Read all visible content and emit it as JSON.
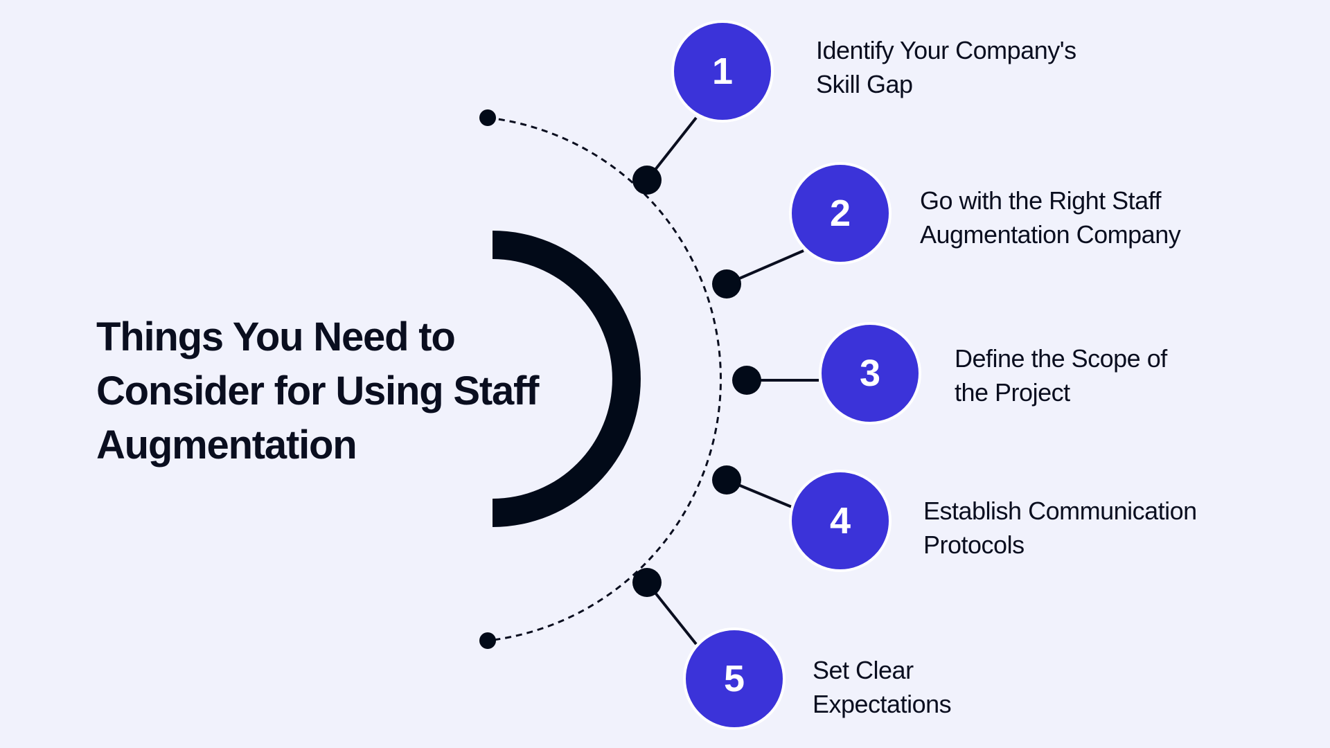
{
  "title": {
    "line1": "Things You Need to",
    "line2": "Consider for Using Staff",
    "line3": "Augmentation"
  },
  "steps": [
    {
      "number": "1",
      "line1": "Identify Your Company's",
      "line2": "Skill Gap"
    },
    {
      "number": "2",
      "line1": "Go with the Right Staff",
      "line2": "Augmentation Company"
    },
    {
      "number": "3",
      "line1": "Define the Scope of",
      "line2": "the Project"
    },
    {
      "number": "4",
      "line1": "Establish Communication",
      "line2": "Protocols"
    },
    {
      "number": "5",
      "line1": "Set Clear",
      "line2": "Expectations"
    }
  ],
  "colors": {
    "background": "#f1f2fc",
    "accent": "#3b33d9",
    "dark": "#020a18"
  }
}
